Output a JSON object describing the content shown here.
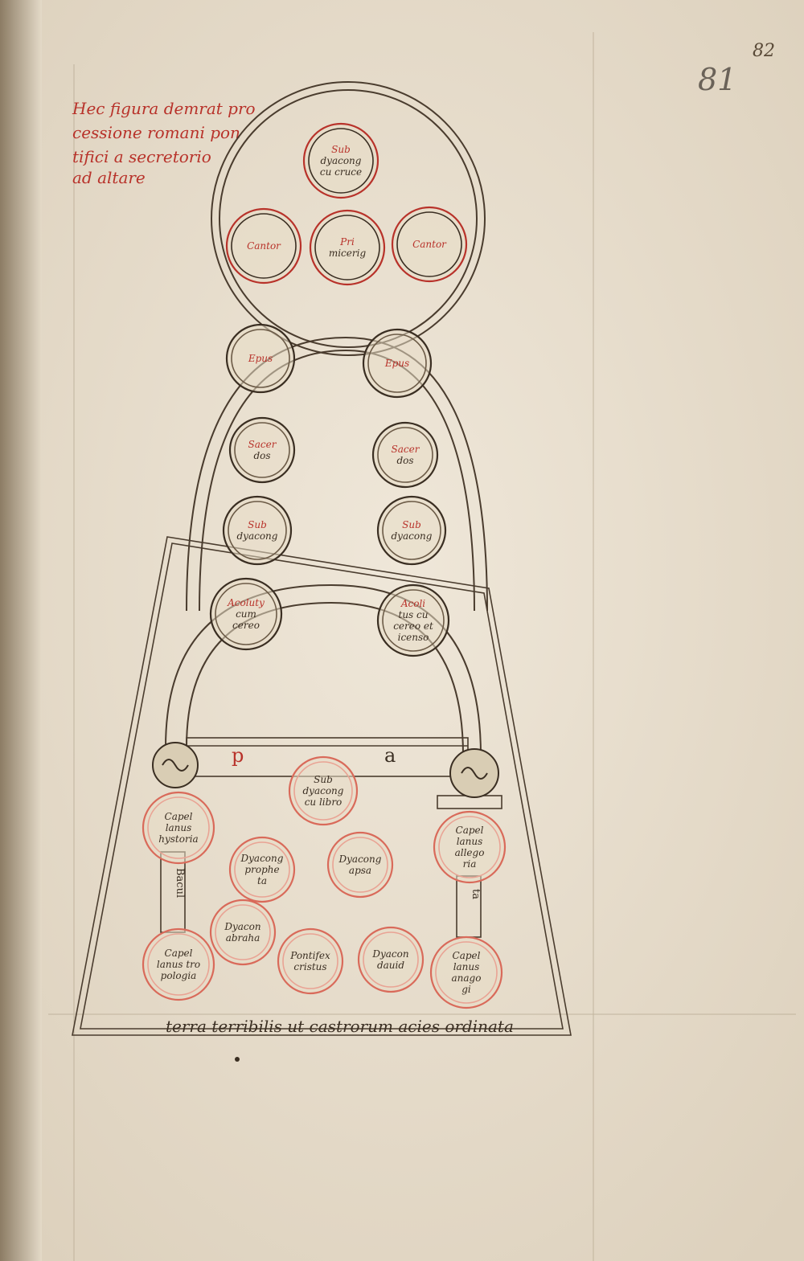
{
  "folio_numbers": [
    "81",
    "82"
  ],
  "rubric": [
    "Hec figura demrat pro",
    "cessione romani pon",
    "tifici a secretorio",
    "ad altare"
  ],
  "circles": {
    "subdiaconus_cruce": [
      "Sub",
      "dyacong",
      "cu cruce"
    ],
    "cantor_left": [
      "Cantor"
    ],
    "primicerius": [
      "Pri",
      "micerig"
    ],
    "cantor_right": [
      "Cantor"
    ],
    "episcopus_left": [
      "Epus"
    ],
    "episcopus_right": [
      "Epus"
    ],
    "sacerdos_left": [
      "Sacer",
      "dos"
    ],
    "sacerdos_right": [
      "Sacer",
      "dos"
    ],
    "subdiaconus_left": [
      "Sub",
      "dyacong"
    ],
    "subdiaconus_right": [
      "Sub",
      "dyacong"
    ],
    "acolytus_left": [
      "Acoluty",
      "cum",
      "cereo"
    ],
    "acolytus_right": [
      "Acoli",
      "tus cu",
      "cereo et",
      "icenso"
    ],
    "subdiaconus_libro": [
      "Sub",
      "dyacong",
      "cu libro"
    ],
    "capellanus_hystoria": [
      "Capel",
      "lanus",
      "hystoria"
    ],
    "diaconus_propheta": [
      "Dyacong",
      "prophe",
      "ta"
    ],
    "diaconus_apostolus": [
      "Dyacong",
      "apsa"
    ],
    "capellanus_allegoria": [
      "Capel",
      "lanus",
      "allego",
      "ria"
    ],
    "diaconus_abraham": [
      "Dyacon",
      "abraha"
    ],
    "pontifex_cristus": [
      "Pontifex",
      "cristus"
    ],
    "diaconus_david": [
      "Dyacon",
      "dauid"
    ],
    "capellanus_tropologia": [
      "Capel",
      "lanus tro",
      "pologia"
    ],
    "capellanus_anagogia": [
      "Capel",
      "lanus",
      "anago",
      "gi"
    ]
  },
  "letters": {
    "left_letter": "p",
    "right_letter": "a"
  },
  "pillar_labels": [
    "Bacul",
    "ta"
  ],
  "bottom_line": "terra terribilis ut castrorum acies ordinata",
  "colors": {
    "parchment": "#e9e0d0",
    "ink": "#3a2e22",
    "rubric": "#b8322a"
  }
}
